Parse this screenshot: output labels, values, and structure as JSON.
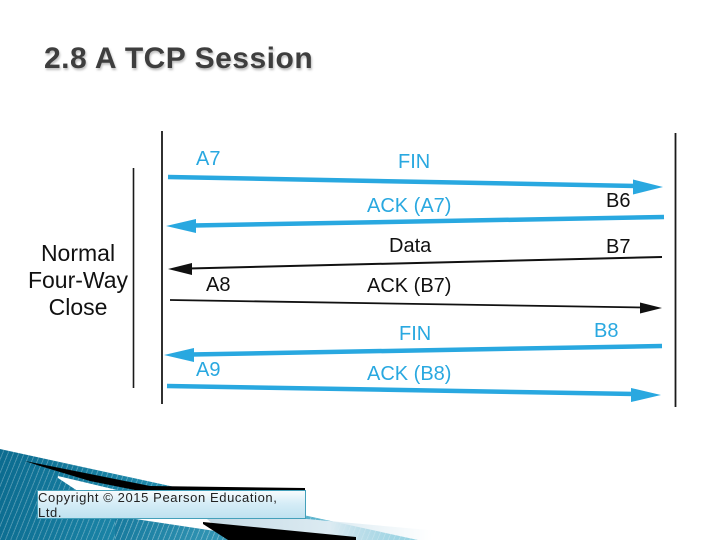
{
  "slide": {
    "title": "2.8 A TCP Session",
    "copyright": "Copyright © 2015 Pearson Education, Ltd.",
    "colors": {
      "message_cyan": "#29a8e0",
      "message_black": "#111111",
      "title_gray": "#3e3e3e",
      "corner_teal_dark": "#0b6b8f",
      "corner_teal_light": "#8ed2e2"
    }
  },
  "diagram": {
    "close_label": [
      "Normal",
      "Four-Way",
      "Close"
    ],
    "messages": [
      {
        "text": "FIN",
        "seq": "A7",
        "from": "A",
        "to": "B",
        "color": "cyan"
      },
      {
        "text": "ACK (A7)",
        "peer_seq": "B6",
        "from": "B",
        "to": "A",
        "color": "cyan"
      },
      {
        "text": "Data",
        "peer_seq": "B7",
        "from": "B",
        "to": "A",
        "color": "black"
      },
      {
        "text": "ACK (B7)",
        "seq": "A8",
        "from": "A",
        "to": "B",
        "color": "black"
      },
      {
        "text": "FIN",
        "peer_seq": "B8",
        "from": "B",
        "to": "A",
        "color": "cyan"
      },
      {
        "text": "ACK (B8)",
        "seq": "A9",
        "from": "A",
        "to": "B",
        "color": "cyan"
      }
    ]
  }
}
